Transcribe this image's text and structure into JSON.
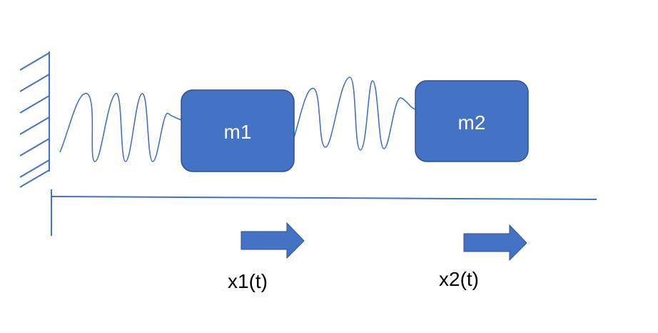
{
  "masses": [
    {
      "label": "m1"
    },
    {
      "label": "m2"
    }
  ],
  "displacements": [
    {
      "label": "x1(t)"
    },
    {
      "label": "x2(t)"
    }
  ],
  "colors": {
    "line": "#4472C4",
    "block_fill": "#4472C4",
    "block_stroke": "#2F528F",
    "block_text": "#ffffff",
    "label_text": "#000000",
    "background": "#ffffff"
  }
}
